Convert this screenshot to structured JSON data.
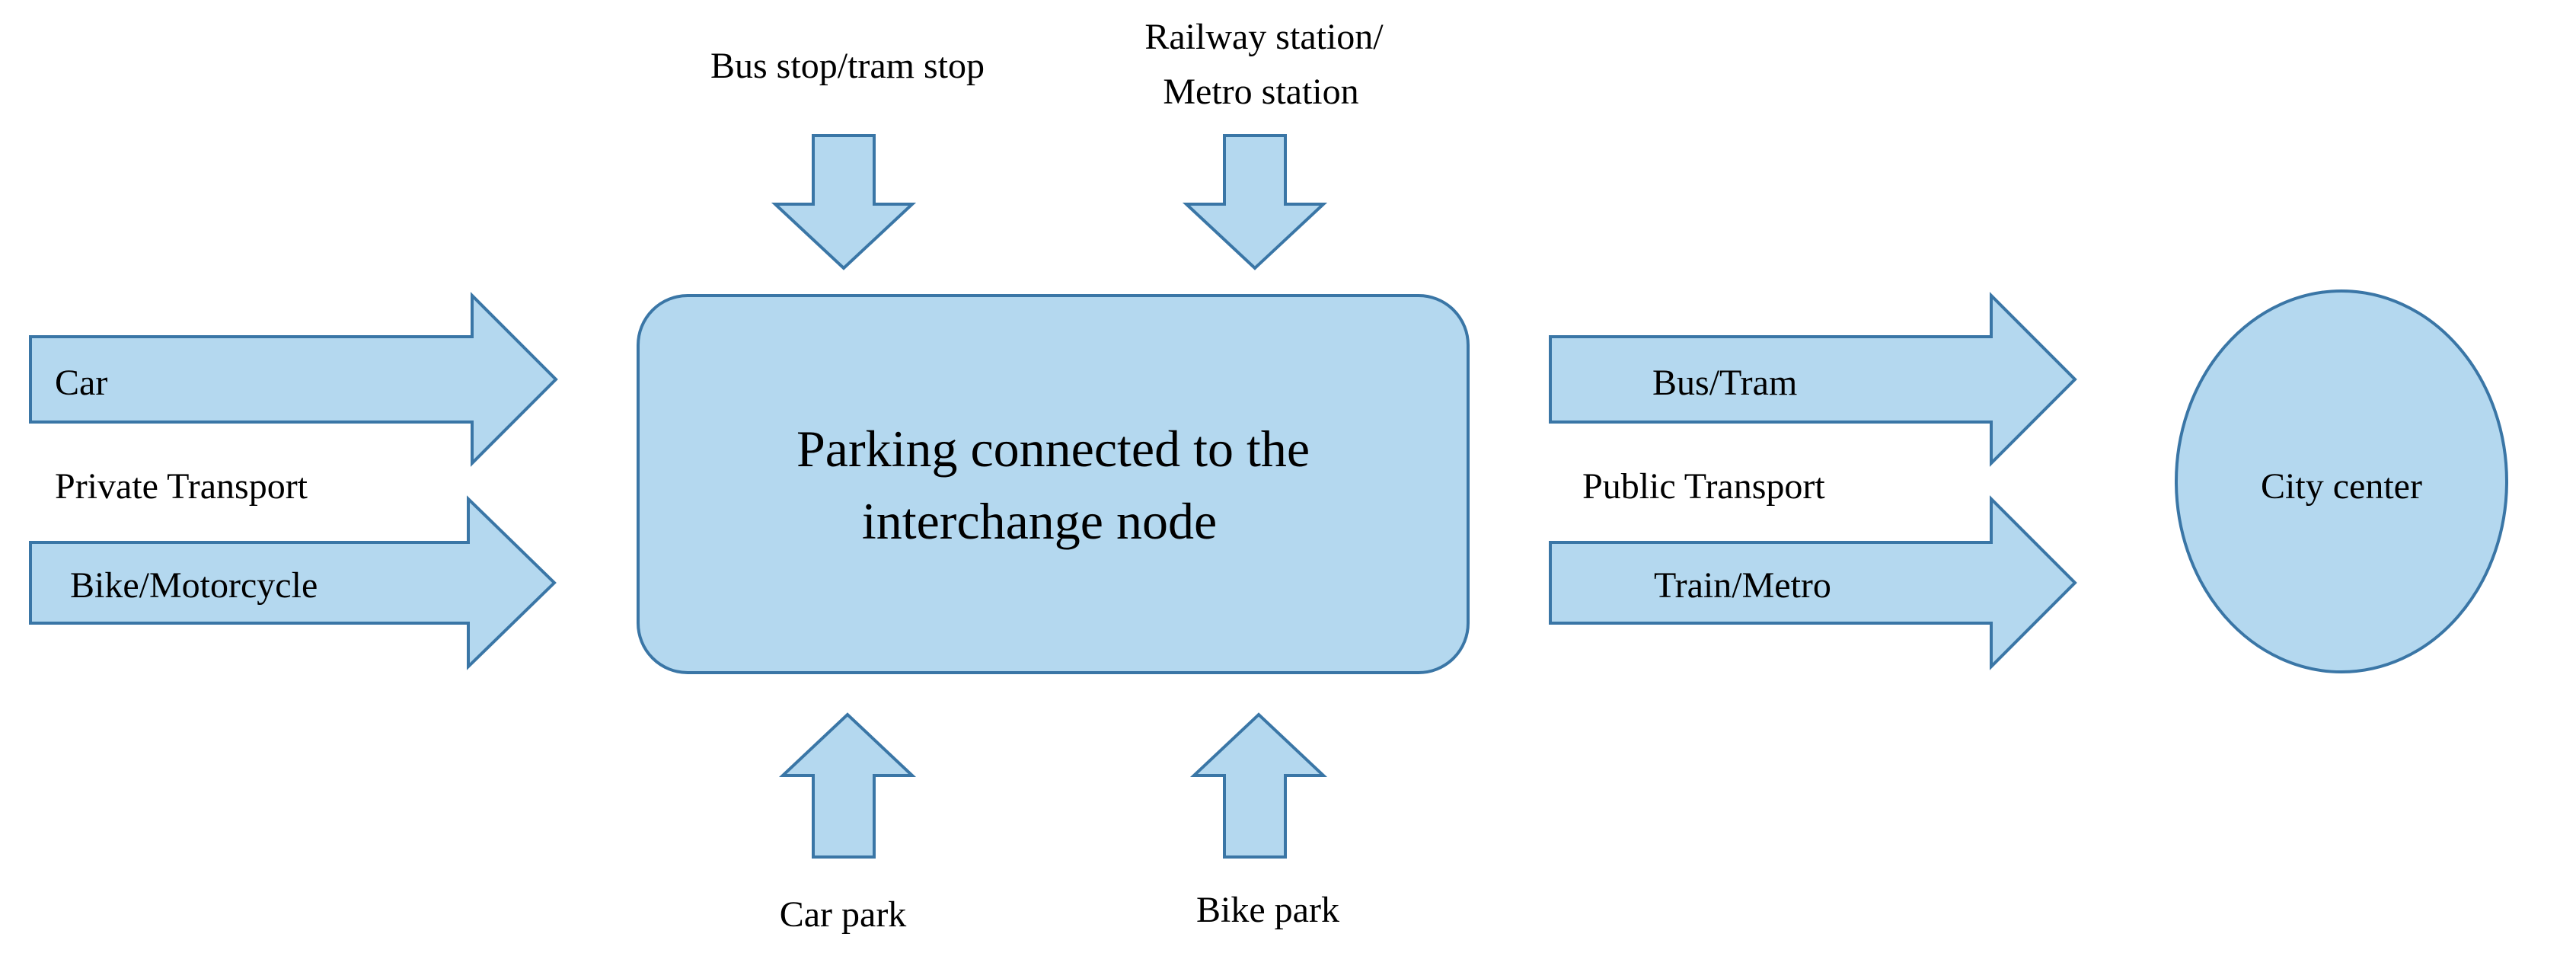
{
  "colors": {
    "fill": "#b4d8ef",
    "stroke": "#3a76a6",
    "text": "#000000",
    "background": "#ffffff"
  },
  "hub": {
    "line1": "Parking connected to the",
    "line2": "interchange node"
  },
  "destination": {
    "label": "City center"
  },
  "private_transport": {
    "group_label": "Private Transport",
    "arrows": [
      {
        "label": "Car"
      },
      {
        "label": "Bike/Motorcycle"
      }
    ]
  },
  "public_transport": {
    "group_label": "Public Transport",
    "arrows": [
      {
        "label": "Bus/Tram"
      },
      {
        "label": "Train/Metro"
      }
    ]
  },
  "top_inputs": [
    {
      "label_lines": [
        "Bus stop/tram stop"
      ]
    },
    {
      "label_lines": [
        "Railway station/",
        "Metro station"
      ]
    }
  ],
  "bottom_inputs": [
    {
      "label": "Car park"
    },
    {
      "label": "Bike park"
    }
  ]
}
